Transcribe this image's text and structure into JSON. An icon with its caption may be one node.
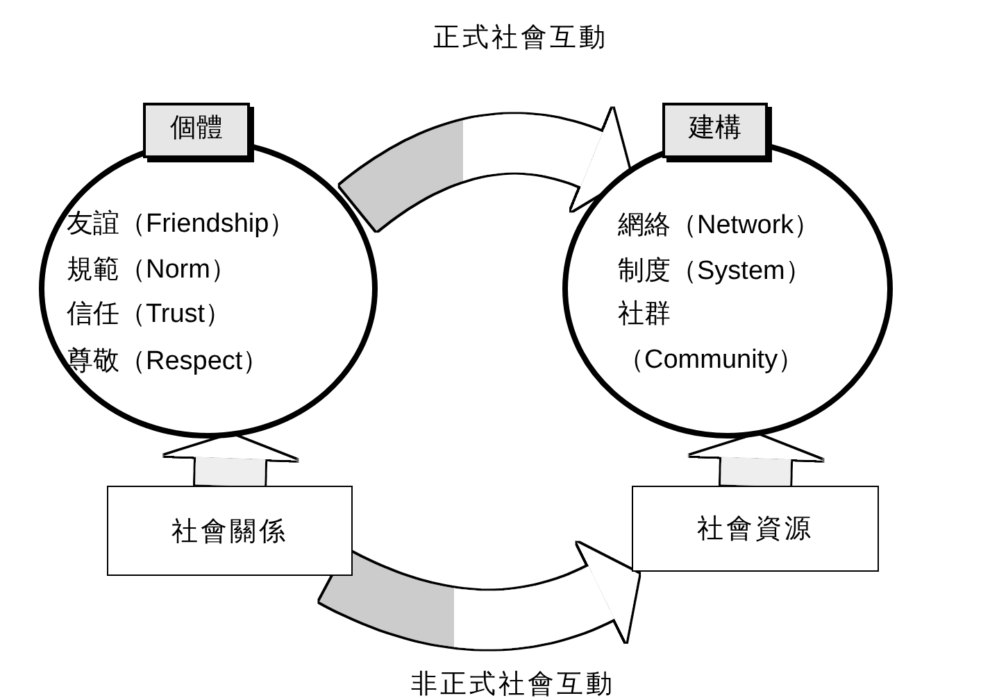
{
  "diagram": {
    "nodes": [
      {
        "text": [
          "個體",
          "友誼（Friendship）",
          "規範（Norm）",
          "信任（Trust）",
          "尊敬（Respect）"
        ]
      },
      {
        "text": [
          "建構",
          "網絡（Network）",
          "制度（System）",
          "社群（Community）"
        ]
      },
      {
        "text": [
          "社會關係"
        ]
      },
      {
        "text": [
          "社會資源"
        ]
      }
    ],
    "edges": [
      {
        "from": 0,
        "to": 1,
        "arrow": "to",
        "label": "正式社會互動"
      },
      {
        "from": 2,
        "to": 3,
        "arrow": "to",
        "label": "非正式社會互動"
      },
      {
        "from": 2,
        "to": 0,
        "arrow": "to"
      },
      {
        "from": 3,
        "to": 1,
        "arrow": "to"
      }
    ]
  }
}
